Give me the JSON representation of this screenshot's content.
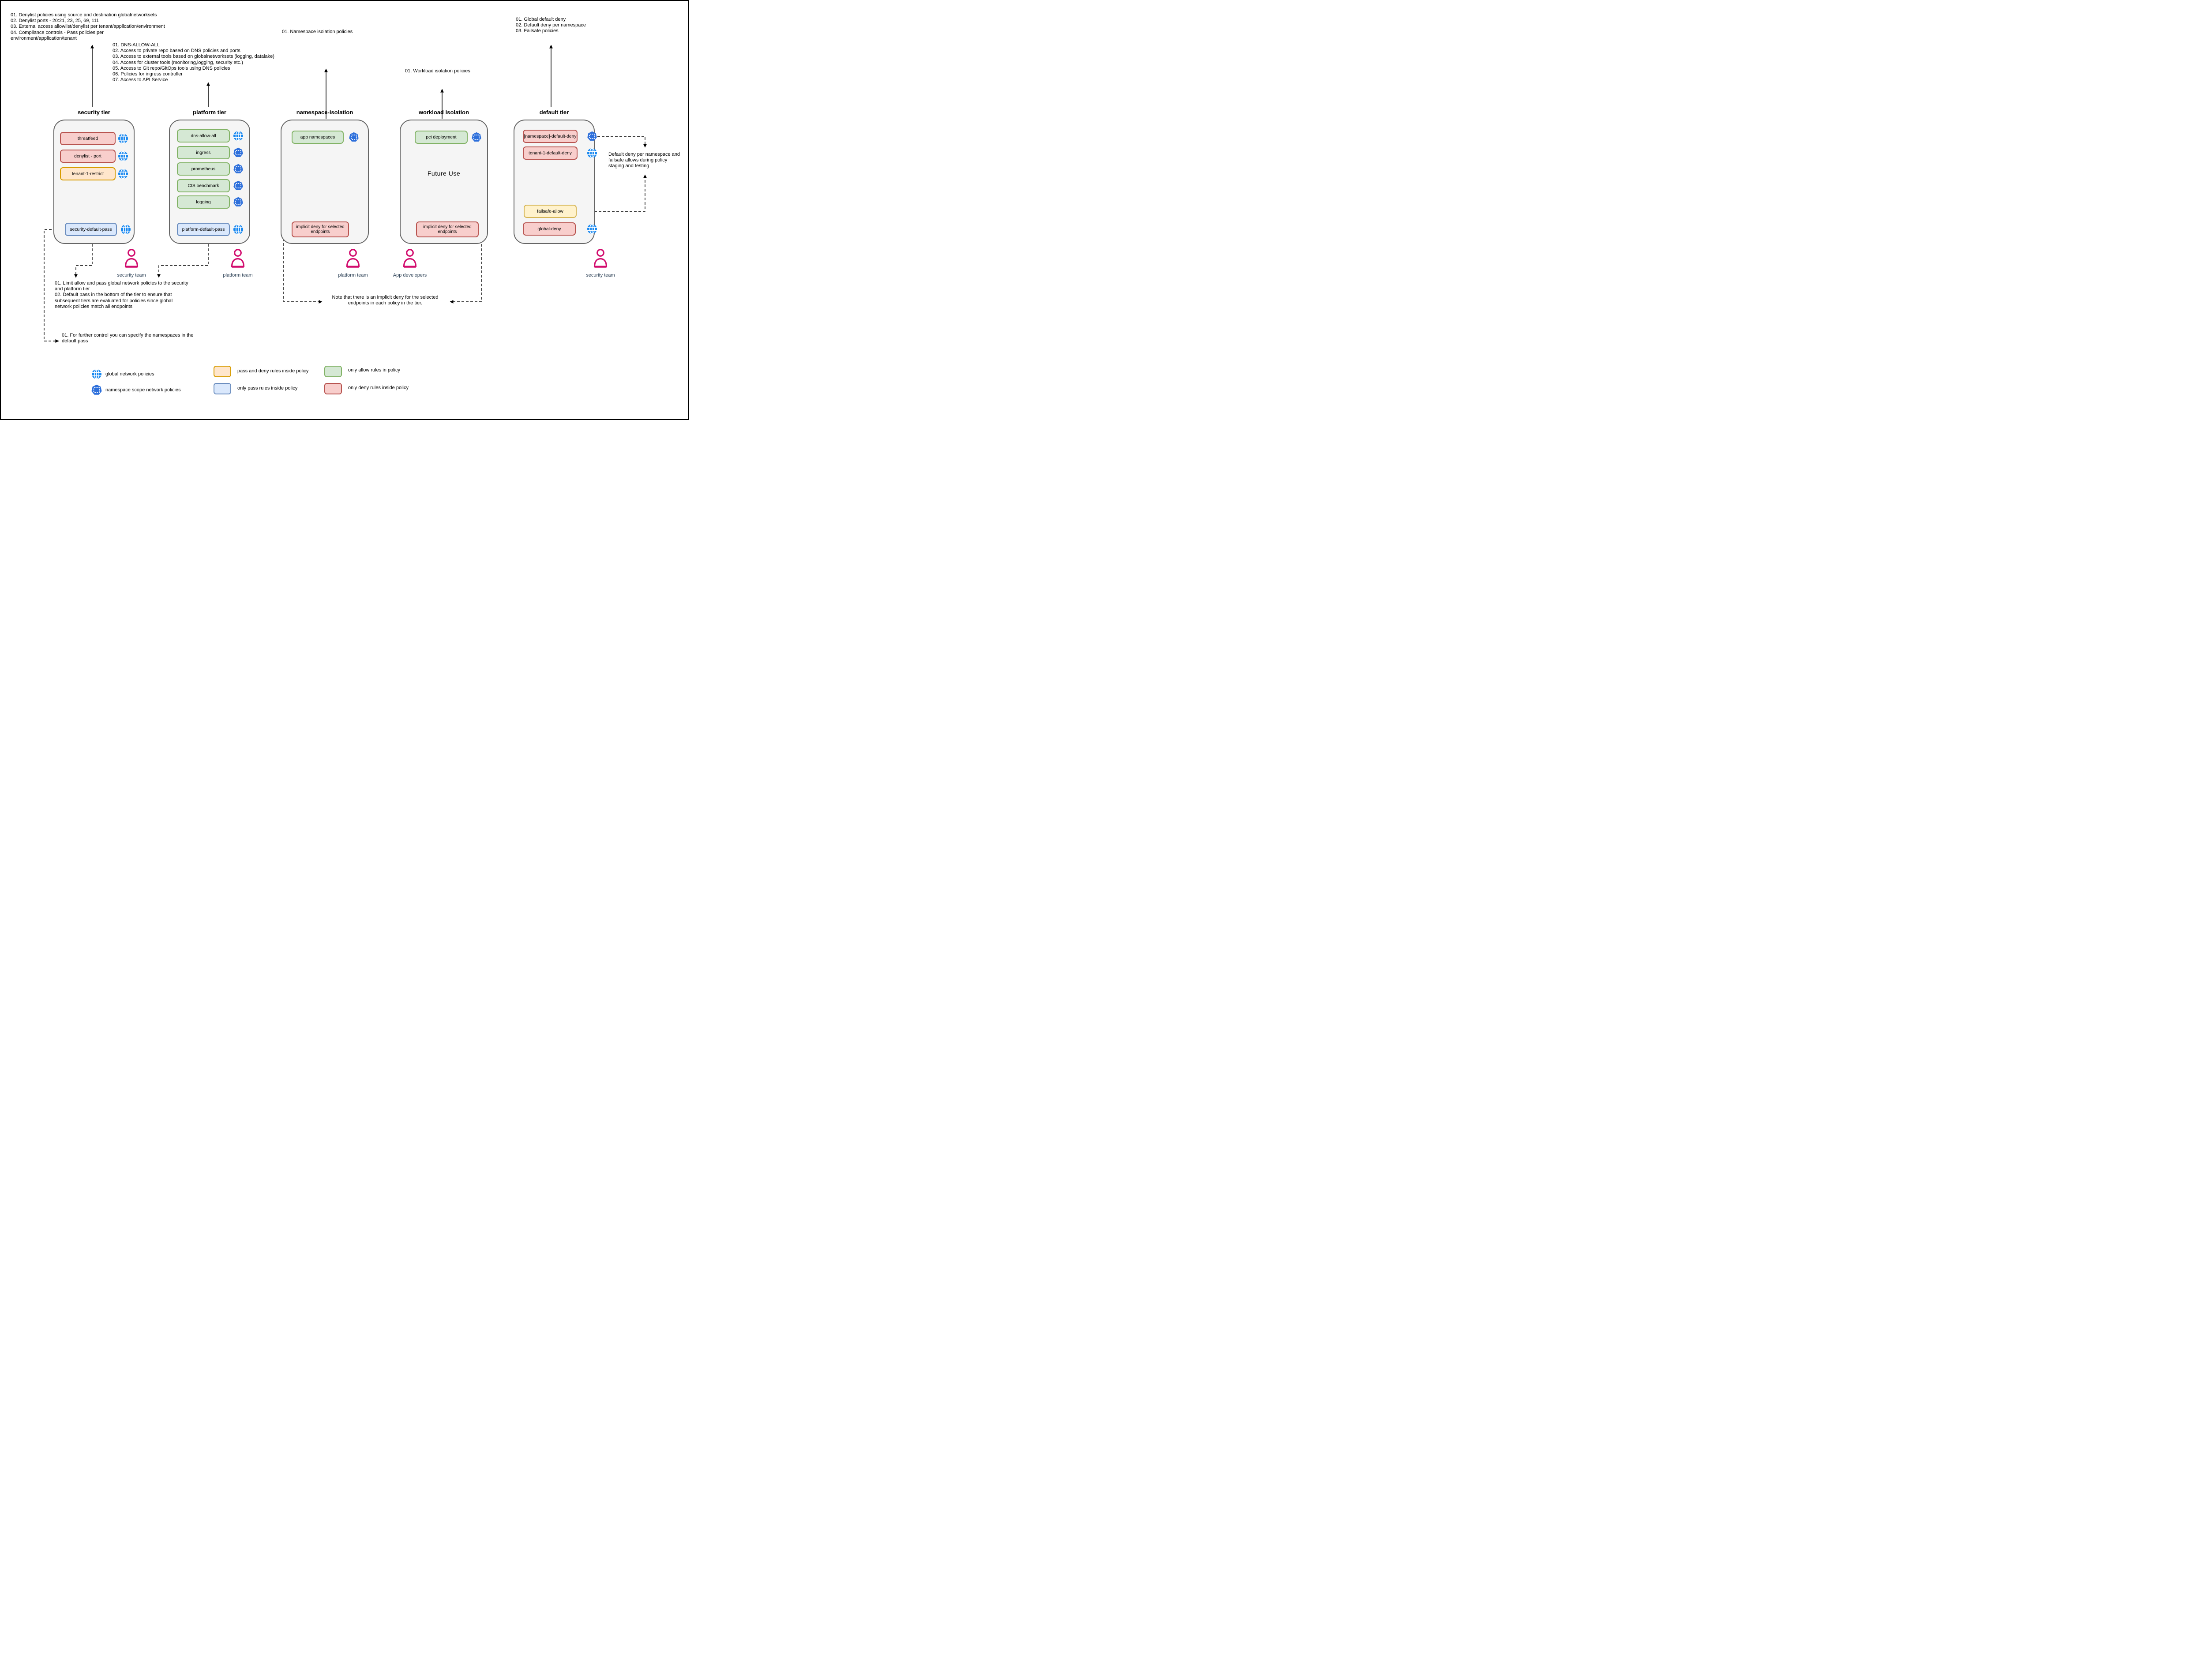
{
  "notes": {
    "security_tier_top": [
      "01. Denylist policies using source and destination globalnetworksets",
      "02. Denylist ports - 20:21, 23, 25, 69, 111",
      "03. External access allowlist/denylist per tenant/application/environment",
      "04. Compliance controls - Pass policies per\nenvironment/application/tenant"
    ],
    "platform_tier_top": [
      "01. DNS-ALLOW-ALL",
      "02. Access to private repo based on DNS policies and ports",
      "03. Access to external tools based on globalnetworksets (logging, datalake)",
      "04. Access for cluster tools (monitoring,logging, security etc.)",
      "05. Access to Git repo/GitOps tools using DNS policies",
      "06. Policies for ingress controller",
      "07. Access to API Service"
    ],
    "namespace_isolation_top": "01. Namespace isolation policies",
    "workload_isolation_top": "01. Workload isolation policies",
    "default_tier_top": [
      "01. Global default deny",
      "02. Default deny per namespace",
      "03. Failsafe policies"
    ],
    "default_tier_side": "Default deny per namespace and\nfailsafe allows during policy\nstaging and testing",
    "security_platform_bottom": [
      "01. Limit allow and pass global network policies to the security\nand platform tier",
      "02. Default pass in the bottom of the tier to ensure that\nsubsequent tiers are evaluated for policies since global\nnetwork policies match all endpoints"
    ],
    "default_pass_note": "01. For further control you can specify the namespaces in the\ndefault pass",
    "implicit_deny_note": "Note that there is an implicit deny for the selected\nendpoints in each policy in the tier."
  },
  "tiers": {
    "security": {
      "title": "security tier",
      "policies": [
        {
          "label": "threatfeed",
          "type": "deny",
          "scope": "global"
        },
        {
          "label": "denylist - port",
          "type": "deny",
          "scope": "global"
        },
        {
          "label": "tenant-1-restrict",
          "type": "pass-and-deny",
          "scope": "global"
        },
        {
          "label": "security-default-pass",
          "type": "pass",
          "scope": "global"
        }
      ]
    },
    "platform": {
      "title": "platform tier",
      "policies": [
        {
          "label": "dns-allow-all",
          "type": "allow",
          "scope": "global"
        },
        {
          "label": "ingress",
          "type": "allow",
          "scope": "namespace"
        },
        {
          "label": "prometheus",
          "type": "allow",
          "scope": "namespace"
        },
        {
          "label": "CIS benchmark",
          "type": "allow",
          "scope": "namespace"
        },
        {
          "label": "logging",
          "type": "allow",
          "scope": "namespace"
        },
        {
          "label": "platform-default-pass",
          "type": "pass",
          "scope": "global"
        }
      ]
    },
    "namespace_isolation": {
      "title": "namespace-isolation",
      "policies": [
        {
          "label": "app namespaces",
          "type": "allow",
          "scope": "namespace"
        },
        {
          "label": "implicit deny for selected endpoints",
          "type": "deny",
          "scope": "none"
        }
      ]
    },
    "workload_isolation": {
      "title": "workload isolation",
      "center_label": "Future Use",
      "policies": [
        {
          "label": "pci deployment",
          "type": "allow",
          "scope": "namespace"
        },
        {
          "label": "implicit deny for selected endpoints",
          "type": "deny",
          "scope": "none"
        }
      ]
    },
    "default": {
      "title": "default tier",
      "policies": [
        {
          "label": "[namespace]-default-deny",
          "type": "deny",
          "scope": "namespace"
        },
        {
          "label": "tenant-1-default-deny",
          "type": "deny",
          "scope": "global"
        },
        {
          "label": "failsafe-allow",
          "type": "allow-staged",
          "scope": "none"
        },
        {
          "label": "global-deny",
          "type": "deny",
          "scope": "global"
        }
      ]
    }
  },
  "teams": [
    {
      "label": "security team"
    },
    {
      "label": "platform team"
    },
    {
      "label": "platform team"
    },
    {
      "label": "App developers"
    },
    {
      "label": "security team"
    }
  ],
  "legend": {
    "icon_items": [
      {
        "icon": "globe-icon",
        "label": "global network policies"
      },
      {
        "icon": "namespace-icon",
        "label": "namespace scope network policies"
      }
    ],
    "swatch_items": [
      {
        "style": "pass-and-deny",
        "label": "pass and deny rules inside policy"
      },
      {
        "style": "pass",
        "label": "only pass rules inside policy"
      },
      {
        "style": "allow",
        "label": "only allow rules in policy"
      },
      {
        "style": "deny",
        "label": "only deny rules inside policy"
      }
    ]
  },
  "colors": {
    "globe_icon": "#1687f0",
    "namespace_icon": "#2d6fdb",
    "person_icon": "#d20d6e",
    "deny_fill": "#f8cecc",
    "deny_border": "#b85450",
    "allow_fill": "#d5e8d4",
    "allow_border": "#82b366",
    "pass_fill": "#dae8fc",
    "pass_border": "#6c8ebf",
    "pass_and_deny_fill": "#ffe6cc",
    "pass_and_deny_border": "#d79b00",
    "staged_fill": "#fff2cc",
    "staged_border": "#d6b656",
    "tier_fill": "#f5f5f5",
    "tier_border": "#666666",
    "team_text": "#33475b"
  }
}
